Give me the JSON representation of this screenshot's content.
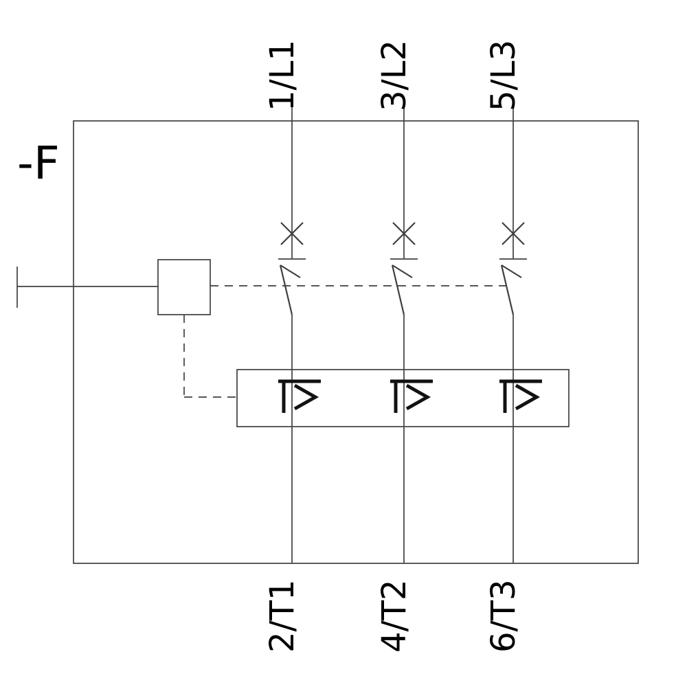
{
  "diagram": {
    "device_label": "-F",
    "terminals": {
      "top": [
        "1/L1",
        "3/L2",
        "5/L3"
      ],
      "bottom": [
        "2/T1",
        "4/T2",
        "6/T3"
      ]
    },
    "trip_unit_symbols": [
      "I>",
      "I>",
      "I>"
    ],
    "colors": {
      "line": "#3f3f3f",
      "symbol": "#121212",
      "text": "#000000",
      "background": "#ffffff"
    }
  }
}
